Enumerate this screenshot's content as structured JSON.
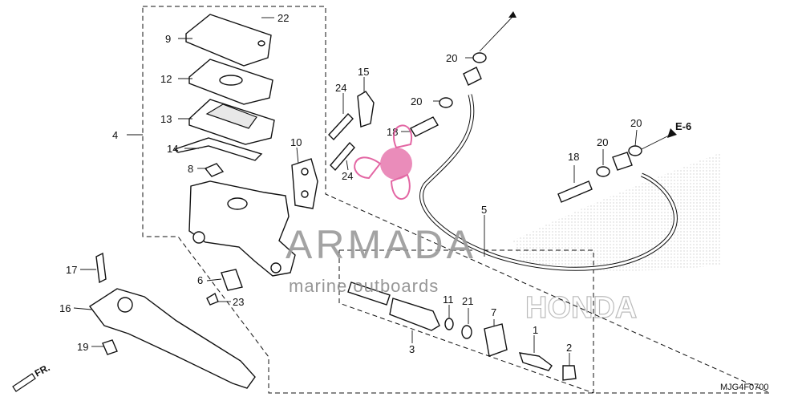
{
  "diagram": {
    "part_labels": [
      "1",
      "2",
      "3",
      "4",
      "5",
      "6",
      "7",
      "8",
      "9",
      "10",
      "11",
      "12",
      "13",
      "14",
      "15",
      "16",
      "17",
      "18",
      "18",
      "19",
      "20",
      "20",
      "20",
      "20",
      "21",
      "22",
      "23",
      "24",
      "24"
    ],
    "reference_label": "E-6",
    "direction_label": "FR.",
    "diagram_code": "MJG4F0700"
  },
  "watermark": {
    "brand": "ARMADA",
    "tagline": "marine outboards",
    "background_logo": "HONDA"
  },
  "colors": {
    "line": "#111111",
    "watermark_pink": "#e0569a",
    "watermark_gray": "#9a9a9a",
    "honda_dots": "#cccccc"
  }
}
